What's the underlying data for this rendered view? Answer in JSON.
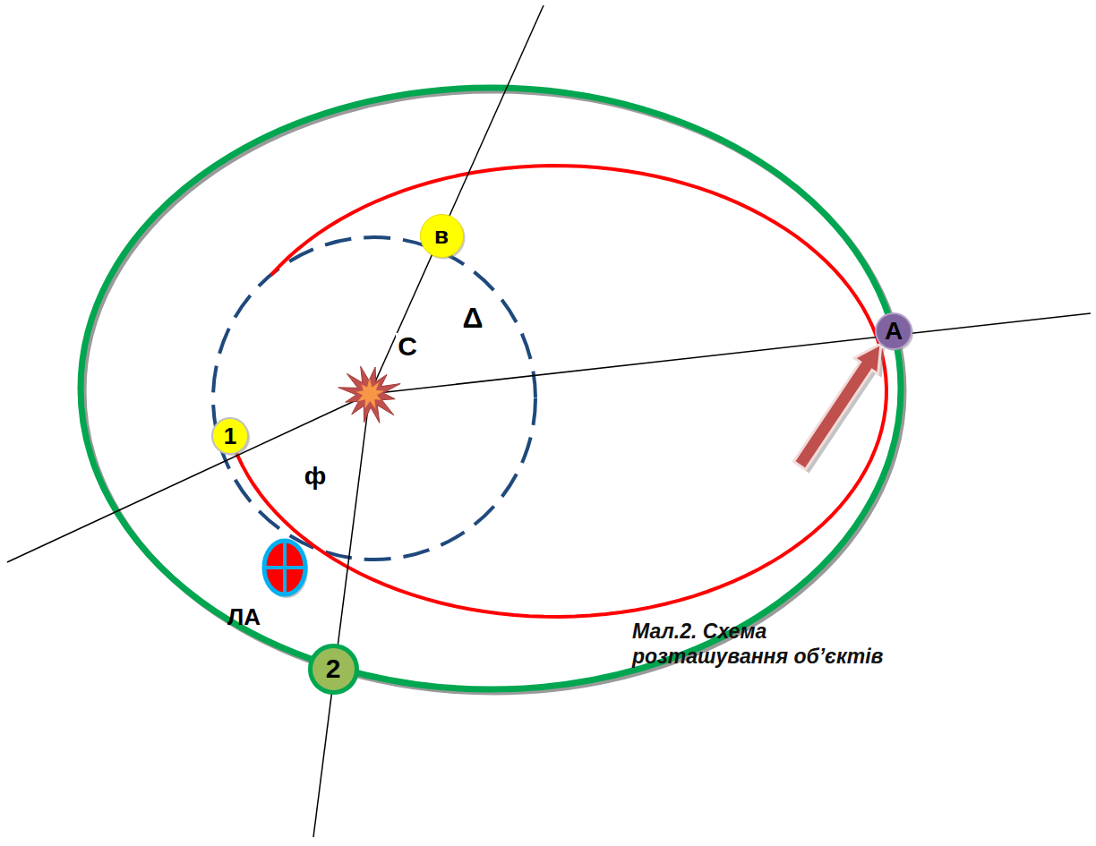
{
  "diagram": {
    "caption": "Мал.2. Схема розташування об’єктів",
    "nodes": [
      {
        "text": [
          "в"
        ]
      },
      {
        "text": [
          "А"
        ]
      },
      {
        "text": [
          "1"
        ]
      },
      {
        "text": [
          "ЛА"
        ]
      },
      {
        "text": [
          "2"
        ]
      }
    ],
    "labels": [
      "С",
      "Δ",
      "ф"
    ]
  }
}
